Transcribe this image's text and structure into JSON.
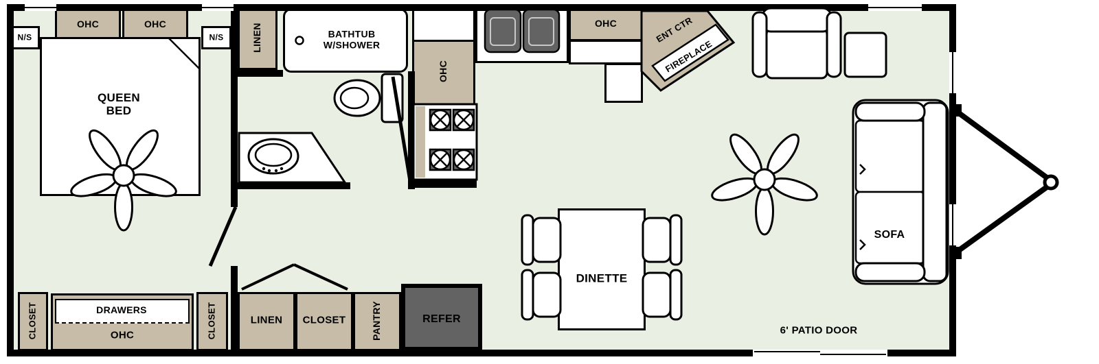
{
  "colors": {
    "floor": "#e9efe2",
    "wall": "#000000",
    "cabinet": "#c6bca7",
    "appliance": "#636363",
    "fixture": "#ffffff"
  },
  "bedroom": {
    "ohc_left": "OHC",
    "ohc_right": "OHC",
    "ns_left": "N/S",
    "ns_right": "N/S",
    "bed_line1": "QUEEN",
    "bed_line2": "BED",
    "closet_left": "CLOSET",
    "closet_right": "CLOSET",
    "drawers": "DRAWERS",
    "drawers_ohc": "OHC"
  },
  "bathroom": {
    "linen": "LINEN",
    "tub_line1": "BATHTUB",
    "tub_line2": "W/SHOWER"
  },
  "kitchen": {
    "ohc_side": "OHC",
    "ohc_top": "OHC"
  },
  "hall": {
    "linen": "LINEN",
    "closet": "CLOSET",
    "pantry": "PANTRY",
    "refer": "REFER"
  },
  "living": {
    "ent_ctr": "ENT CTR",
    "fireplace": "FIREPLACE",
    "dinette": "DINETTE",
    "sofa": "SOFA",
    "patio_door": "6' PATIO DOOR"
  }
}
